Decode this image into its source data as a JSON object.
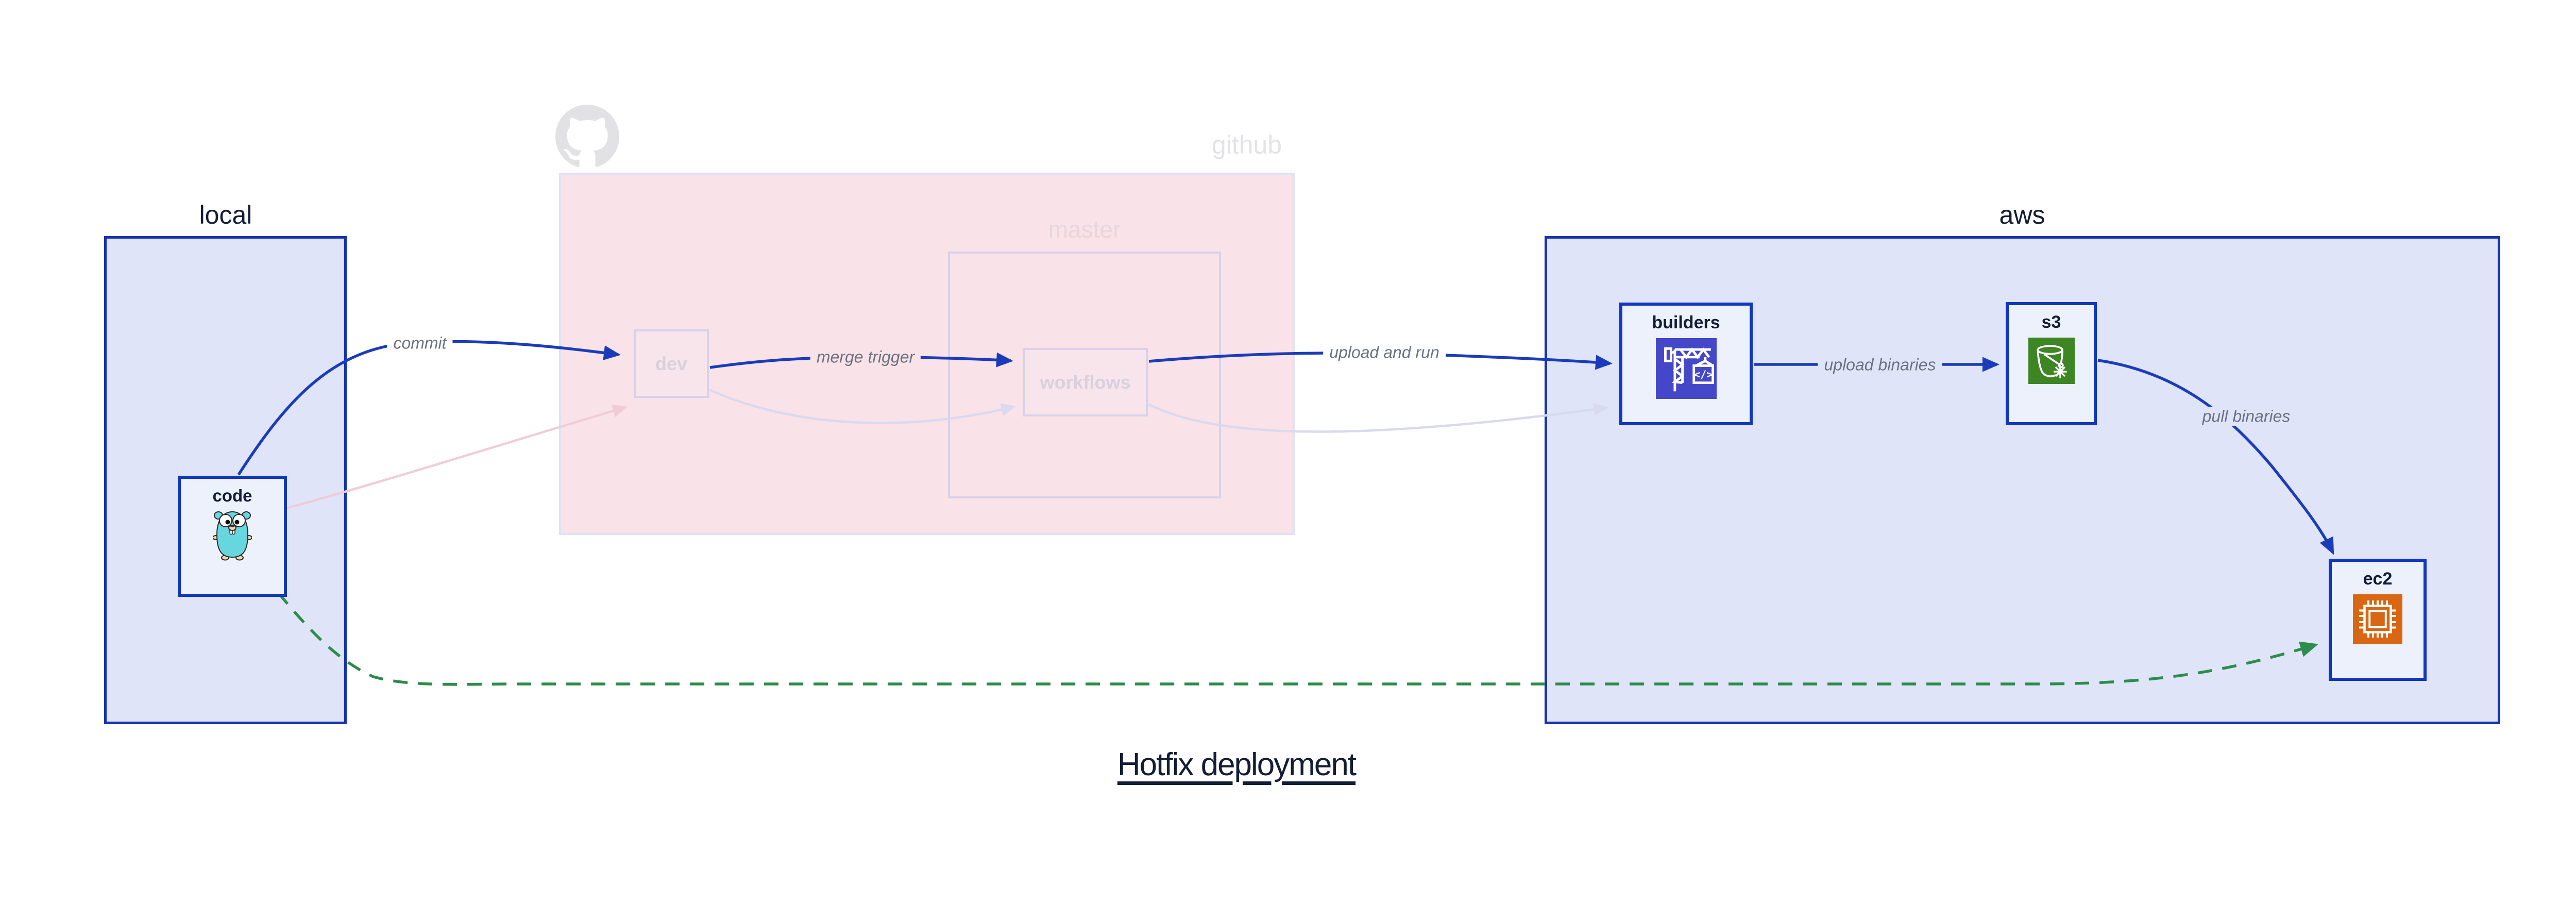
{
  "title": {
    "text": "Hotfix deployment"
  },
  "containers": {
    "local": {
      "label": "local"
    },
    "github": {
      "label": "github",
      "faded": true
    },
    "master": {
      "label": "master",
      "faded": true
    },
    "aws": {
      "label": "aws"
    }
  },
  "nodes": {
    "code": {
      "label": "code",
      "icon": "go-gopher-icon"
    },
    "dev": {
      "label": "dev",
      "faded": true
    },
    "workflows": {
      "label": "workflows",
      "faded": true
    },
    "builders": {
      "label": "builders",
      "icon": "aws-codebuild-icon",
      "icon_text": "</>"
    },
    "s3": {
      "label": "s3",
      "icon": "aws-s3-glacier-bucket-icon"
    },
    "ec2": {
      "label": "ec2",
      "icon": "aws-ec2-chip-icon"
    }
  },
  "edges": {
    "commit": {
      "label": "commit",
      "from": "code",
      "to": "dev",
      "style": "solid-blue"
    },
    "merge_trigger": {
      "label": "merge trigger",
      "from": "dev",
      "to": "workflows",
      "style": "solid-blue"
    },
    "upload_and_run": {
      "label": "upload and run",
      "from": "workflows",
      "to": "builders",
      "style": "solid-blue"
    },
    "upload_binaries": {
      "label": "upload binaries",
      "from": "builders",
      "to": "s3",
      "style": "solid-blue"
    },
    "pull_binaries": {
      "label": "pull binaries",
      "from": "s3",
      "to": "ec2",
      "style": "solid-blue"
    },
    "hotfix_shortcut": {
      "from": "code",
      "to": "ec2",
      "style": "dashed-green"
    },
    "faded_commit": {
      "from": "code",
      "to": "dev",
      "style": "faded-pink"
    },
    "faded_merge": {
      "from": "dev",
      "to": "workflows",
      "style": "faded-lavender"
    },
    "faded_upload": {
      "from": "workflows",
      "to": "builders",
      "style": "faded-lavender"
    }
  },
  "colors": {
    "container_fill_blue": "#dfe4f8",
    "container_border_blue": "#1634ac",
    "container_fill_pink": "#f9e2e8",
    "faded_border": "#d7d2e9",
    "node_fill": "#edf1fc",
    "node_border": "#1137bb",
    "edge_blue": "#1b3cba",
    "edge_green": "#2c8c4a",
    "edge_faded_pink": "#f0ccd9",
    "edge_faded_lavender": "#d9daf0",
    "edge_label_gray": "#6b7280",
    "text_navy": "#141c36",
    "faded_text": "#d9d0dd",
    "octocat_gray": "#e2e2e4",
    "codebuild_indigo": "#4448c8",
    "s3_green": "#3e8524",
    "ec2_orange": "#d86613",
    "gopher_teal": "#67d7df"
  }
}
